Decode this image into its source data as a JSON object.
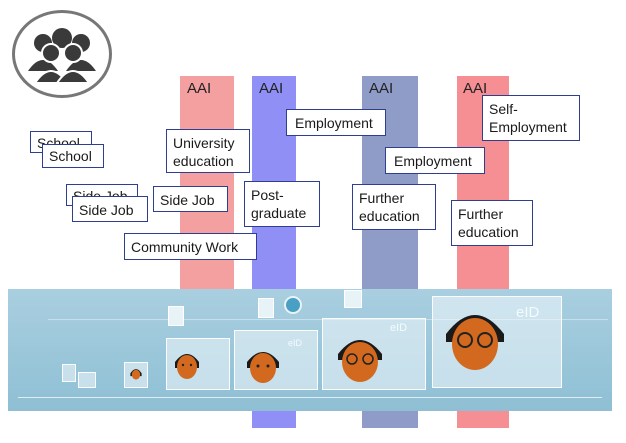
{
  "bands": [
    {
      "label": "AAI",
      "color": "#f4a0a0"
    },
    {
      "label": "AAI",
      "color": "#8f8ff5"
    },
    {
      "label": "AAI",
      "color": "#8f9cc8"
    },
    {
      "label": "AAI",
      "color": "#f58f93"
    }
  ],
  "boxes": {
    "school_back": "School",
    "school_front": "School",
    "sidejob_back": "Side Job",
    "sidejob_front": "Side Job",
    "sidejob_mid": "Side Job",
    "university": "University education",
    "community": "Community Work",
    "postgraduate": "Post-graduate",
    "employment1": "Employment",
    "further1": "Further education",
    "employment2": "Employment",
    "self_employment": "Self-Employment",
    "further2": "Further education"
  },
  "icons": {
    "group": "people-group-icon",
    "globe": "globe-icon",
    "document": "document-icon"
  },
  "strip": {
    "card_label1": "eID",
    "card_label2": "eID",
    "card_label3": "eID"
  }
}
